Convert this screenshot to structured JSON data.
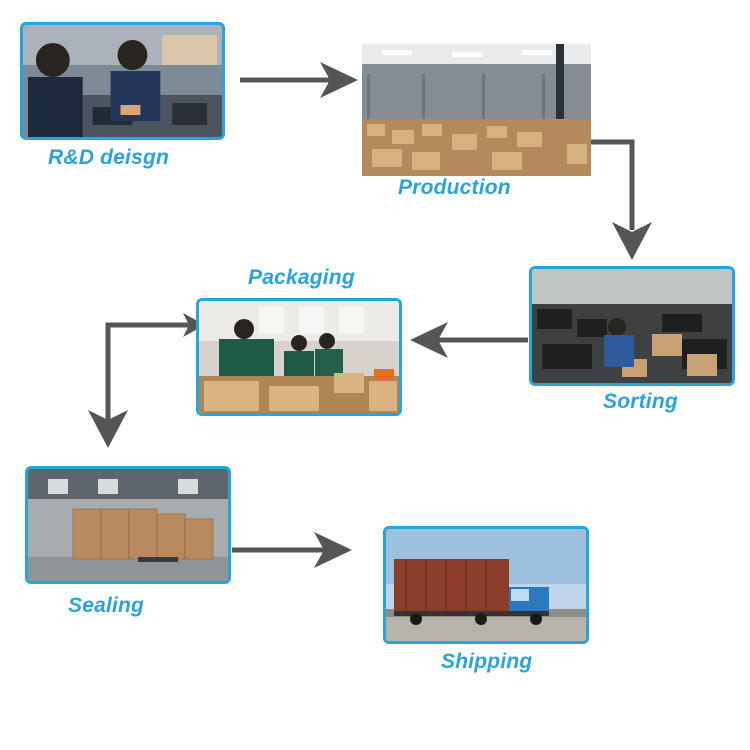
{
  "steps": [
    {
      "id": "rd",
      "label": "R&D deisgn",
      "photo": "workers-at-workbench"
    },
    {
      "id": "production",
      "label": "Production",
      "photo": "warehouse-floor-with-boxes"
    },
    {
      "id": "sorting",
      "label": "Sorting",
      "photo": "worker-sorting-parts"
    },
    {
      "id": "packaging",
      "label": "Packaging",
      "photo": "workers-packing-cartons"
    },
    {
      "id": "sealing",
      "label": "Sealing",
      "photo": "stacked-sealed-cartons"
    },
    {
      "id": "shipping",
      "label": "Shipping",
      "photo": "container-truck"
    }
  ],
  "flow_order": [
    "rd",
    "production",
    "sorting",
    "packaging",
    "sealing",
    "shipping"
  ],
  "colors": {
    "accent": "#29a3dc",
    "arrow": "#555555"
  }
}
